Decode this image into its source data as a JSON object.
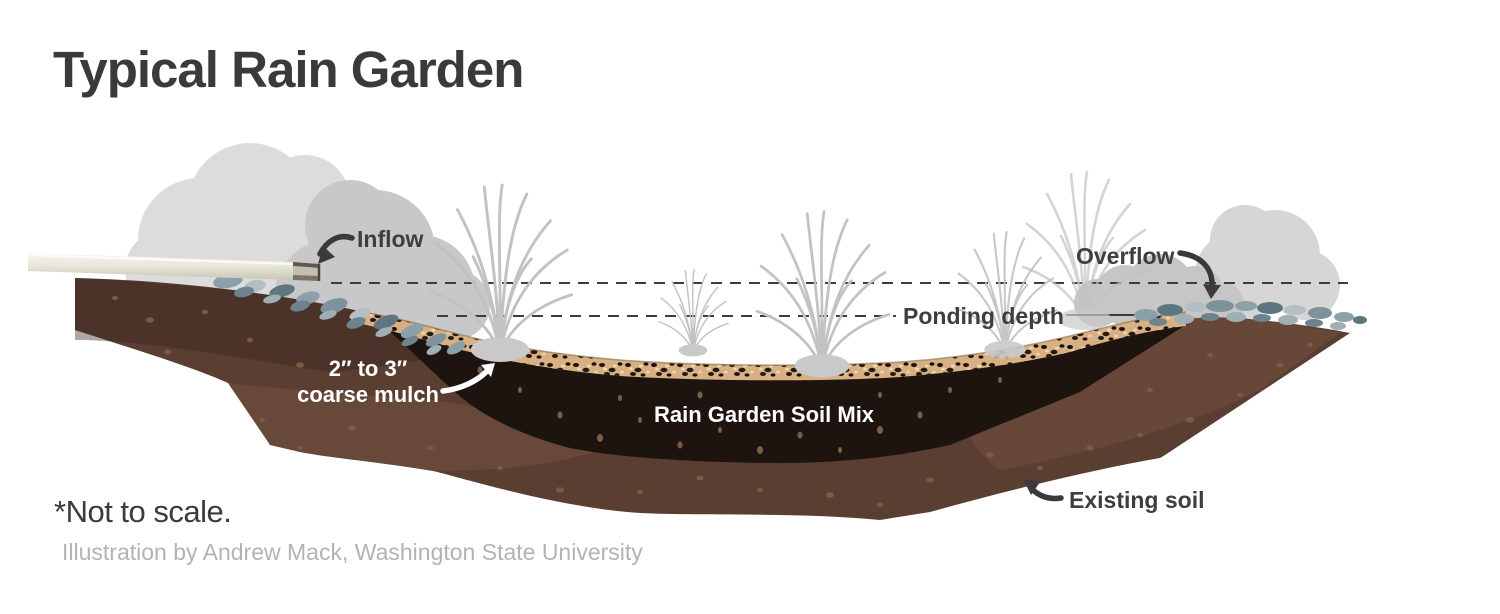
{
  "title": "Typical Rain Garden",
  "labels": {
    "inflow": "Inflow",
    "overflow": "Overflow",
    "ponding_depth": "Ponding depth",
    "mulch_line1": "2″ to 3″",
    "mulch_line2": "coarse mulch",
    "soil_mix": "Rain Garden Soil Mix",
    "existing_soil": "Existing soil"
  },
  "footnote": "*Not to scale.",
  "credit": "Illustration by Andrew Mack, Washington State University",
  "colors": {
    "title_text": "#3a3a3c",
    "label_text": "#3e3e40",
    "white_label_text": "#ffffff",
    "credit_text": "#b3b3b3",
    "existing_soil_brown": "#5b3e32",
    "soil_mix_dark": "#1e140f",
    "mulch_tan": "#d7b183",
    "stone_gray_blue": "#8ba0a8",
    "bush_light_gray": "#dcdcdc",
    "bush_mid_gray": "#c8c8c8",
    "grass_gray": "#c2c2c2",
    "pipe_cream": "#eae8db",
    "dashed_line": "#3c3c3e"
  }
}
